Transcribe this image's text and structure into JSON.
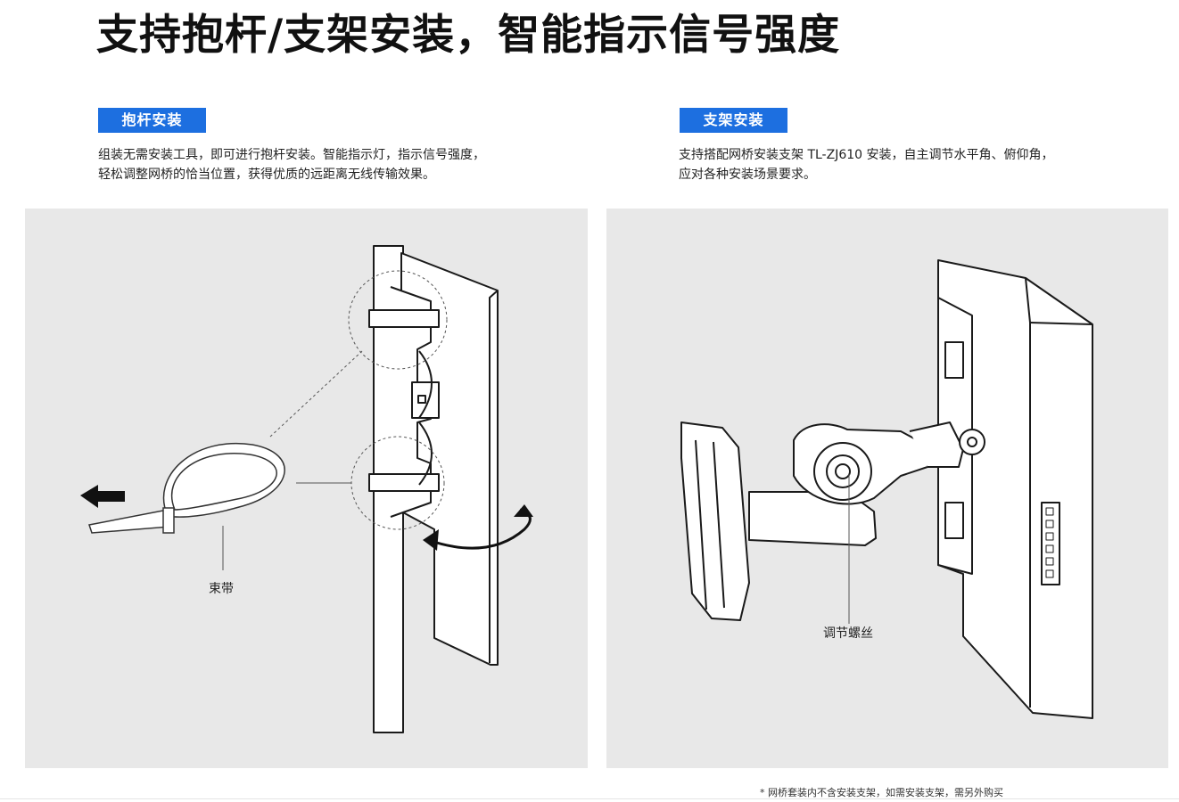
{
  "page": {
    "title": "支持抱杆/支架安装，智能指示信号强度"
  },
  "sections": [
    {
      "badge": "抱杆安装",
      "description_lines": [
        "组装无需安装工具，即可进行抱杆安装。智能指示灯，指示信号强度，",
        "轻松调整网桥的恰当位置，获得优质的远距离无线传输效果。"
      ],
      "callout": "束带"
    },
    {
      "badge": "支架安装",
      "description_lines": [
        "支持搭配网桥安装支架 TL-ZJ610 安装，自主调节水平角、俯仰角，",
        "应对各种安装场景要求。"
      ],
      "callout": "调节螺丝"
    }
  ],
  "footnote": "* 网桥套装内不含安装支架，如需安装支架，需另外购买",
  "colors": {
    "accent": "#1d6fe0",
    "panel_background": "#e8e8e8",
    "line_art": "#1a1a1a"
  }
}
